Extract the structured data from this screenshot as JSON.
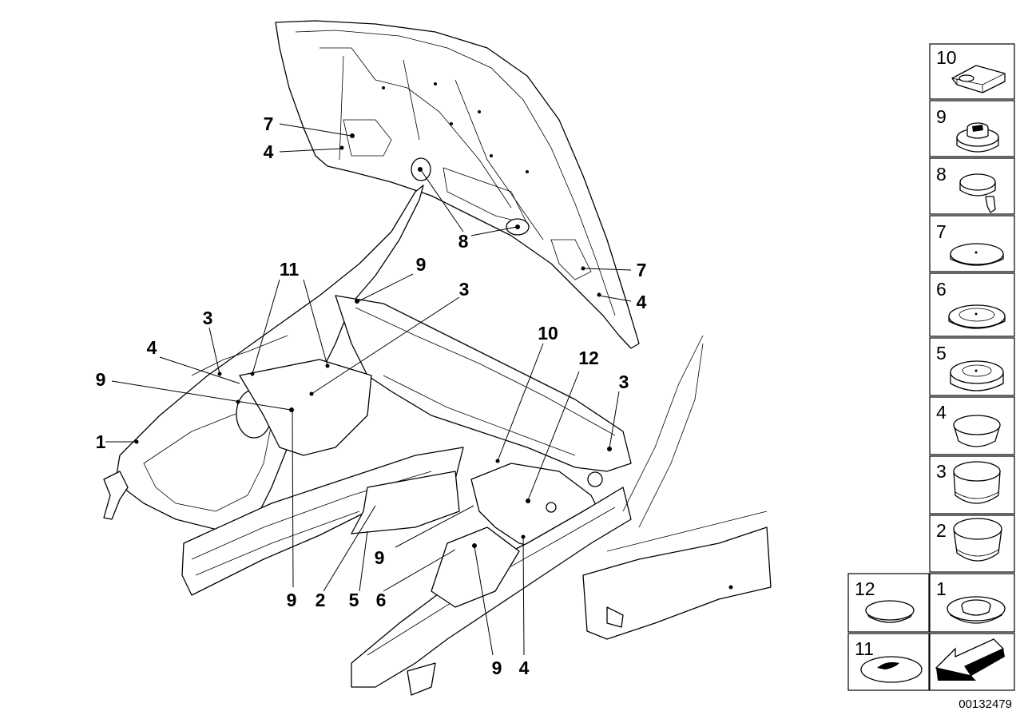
{
  "diagram": {
    "doc_number": "00132479",
    "callouts": [
      {
        "id": "c-hood-7",
        "text": "7"
      },
      {
        "id": "c-hood-4",
        "text": "4"
      },
      {
        "id": "c-hood-8",
        "text": "8"
      },
      {
        "id": "c-hood-7b",
        "text": "7"
      },
      {
        "id": "c-hood-4b",
        "text": "4"
      },
      {
        "id": "c-11",
        "text": "11"
      },
      {
        "id": "c-9a",
        "text": "9"
      },
      {
        "id": "c-3a",
        "text": "3"
      },
      {
        "id": "c-3b",
        "text": "3"
      },
      {
        "id": "c-4a",
        "text": "4"
      },
      {
        "id": "c-9b",
        "text": "9"
      },
      {
        "id": "c-1",
        "text": "1"
      },
      {
        "id": "c-10",
        "text": "10"
      },
      {
        "id": "c-12",
        "text": "12"
      },
      {
        "id": "c-3c",
        "text": "3"
      },
      {
        "id": "c-9c",
        "text": "9"
      },
      {
        "id": "c-9d",
        "text": "9"
      },
      {
        "id": "c-2",
        "text": "2"
      },
      {
        "id": "c-5",
        "text": "5"
      },
      {
        "id": "c-6",
        "text": "6"
      },
      {
        "id": "c-9e",
        "text": "9"
      },
      {
        "id": "c-4c",
        "text": "4"
      }
    ],
    "legend": [
      {
        "num": "10",
        "part": "clip"
      },
      {
        "num": "9",
        "part": "plug-slotted"
      },
      {
        "num": "8",
        "part": "plug-tab"
      },
      {
        "num": "7",
        "part": "plug-flat"
      },
      {
        "num": "6",
        "part": "plug-ring"
      },
      {
        "num": "5",
        "part": "plug-stepped"
      },
      {
        "num": "4",
        "part": "plug-dome"
      },
      {
        "num": "3",
        "part": "plug-tall"
      },
      {
        "num": "2",
        "part": "plug-tall-wide"
      },
      {
        "num": "12",
        "part": "plug-oval"
      },
      {
        "num": "1",
        "part": "grommet"
      },
      {
        "num": "11",
        "part": "pad"
      }
    ]
  }
}
